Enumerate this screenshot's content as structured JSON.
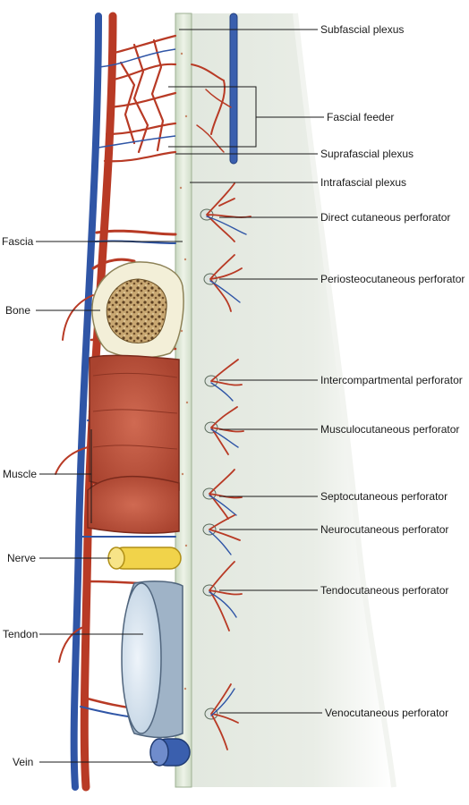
{
  "labels_right": {
    "subfascial_plexus": "Subfascial plexus",
    "fascial_feeder": "Fascial feeder",
    "suprafascial_plexus": "Suprafascial plexus",
    "intrafascial_plexus": "Intrafascial plexus",
    "direct_cutaneous": "Direct cutaneous perforator",
    "periosteocutaneous": "Periosteocutaneous perforator",
    "intercompartmental": "Intercompartmental perforator",
    "musculocutaneous": "Musculocutaneous perforator",
    "septocutaneous": "Septocutaneous perforator",
    "neurocutaneous": "Neurocutaneous perforator",
    "tendocutaneous": "Tendocutaneous perforator",
    "venocutaneous": "Venocutaneous perforator"
  },
  "labels_left": {
    "fascia": "Fascia",
    "bone": "Bone",
    "muscle": "Muscle",
    "nerve": "Nerve",
    "tendon": "Tendon",
    "vein": "Vein"
  },
  "colors": {
    "artery": "#b83a25",
    "vein": "#2f55a6",
    "fascia": "#dfe8d6",
    "skin": "#e4e9e1",
    "muscle": "#b8553f",
    "bone": "#f3efd8",
    "nerve": "#f1d34a",
    "tendon": "#d8e4ef"
  }
}
